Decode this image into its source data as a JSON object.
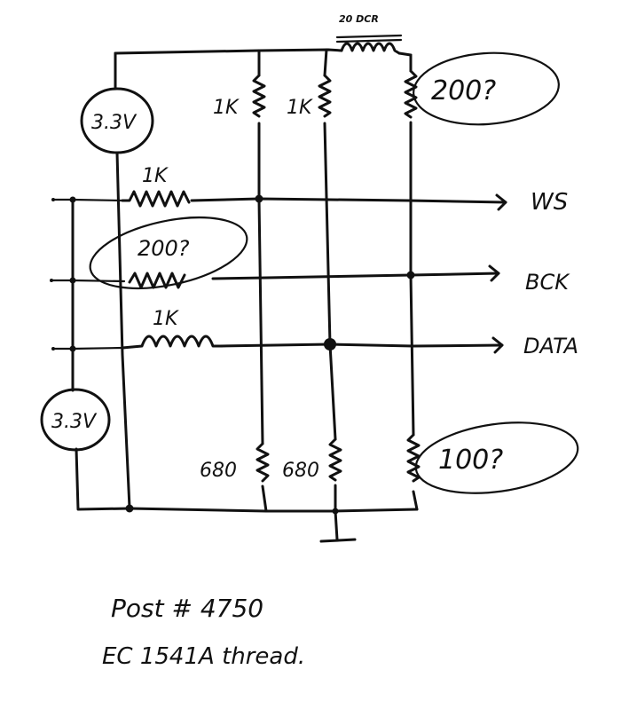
{
  "diagram": {
    "sources": [
      {
        "label": "3.3V"
      },
      {
        "label": "3.3V"
      }
    ],
    "resistors": {
      "top_left": "1K",
      "top_mid": "1K",
      "top_right": "200?",
      "ws_series": "1K",
      "bck_series": "200?",
      "data_series": "1K",
      "bottom_left": "680",
      "bottom_mid": "680",
      "bottom_right": "100?"
    },
    "inductor": {
      "label": "20 DCR"
    },
    "signals": [
      "WS",
      "BCK",
      "DATA"
    ]
  },
  "note": {
    "line1": "Post # 4750",
    "line2": "EC 1541A thread."
  }
}
